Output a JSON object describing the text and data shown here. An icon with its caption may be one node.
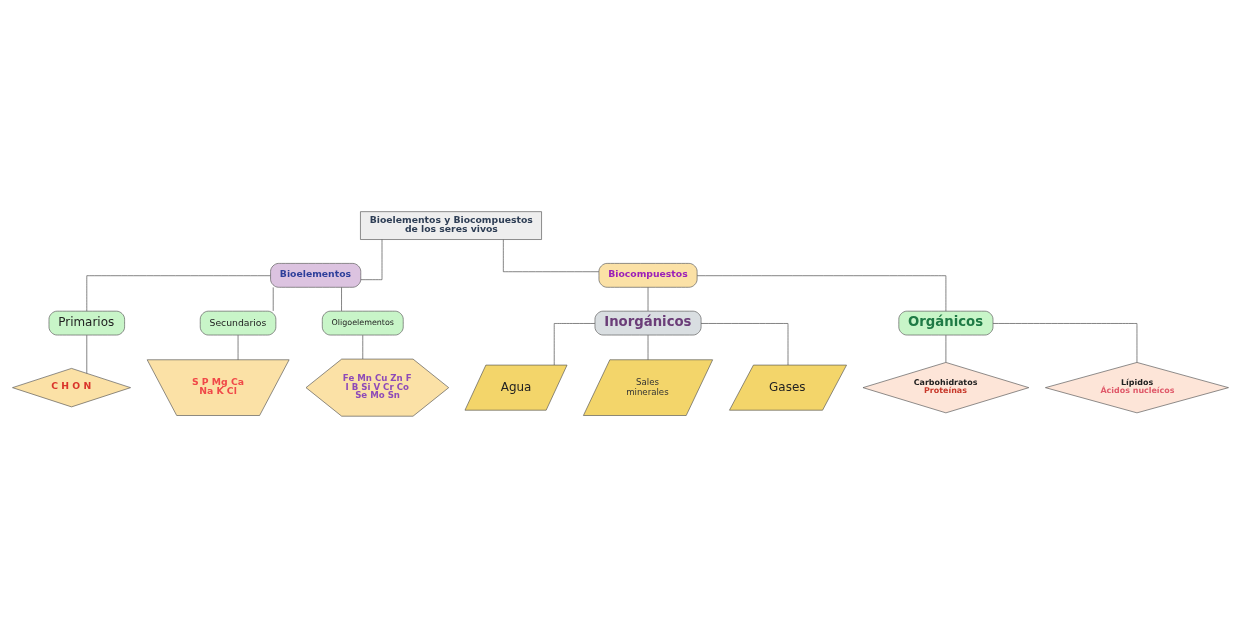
{
  "diagram": {
    "nodes": [
      {
        "text": [
          "Bioelementos y Biocompuestos de los seres vivos"
        ]
      },
      {
        "text": [
          "Bioelementos"
        ]
      },
      {
        "text": [
          "Biocompuestos"
        ]
      },
      {
        "text": [
          "Primarios"
        ]
      },
      {
        "text": [
          "C H O N"
        ]
      },
      {
        "text": [
          "Secundarios"
        ]
      },
      {
        "text": [
          "S P Mg Ca Na K Cl"
        ]
      },
      {
        "text": [
          "Oligoelementos"
        ]
      },
      {
        "text": [
          "Fe Mn Cu Zn F I B Si V Cr Co Se Mo Sn"
        ]
      },
      {
        "text": [
          "Inorgánicos"
        ]
      },
      {
        "text": [
          "Orgánicos"
        ]
      },
      {
        "text": [
          "Agua"
        ]
      },
      {
        "text": [
          "Sales minerales"
        ]
      },
      {
        "text": [
          "Gases"
        ]
      },
      {
        "text": [
          "Carbohidratos",
          "Proteínas"
        ]
      },
      {
        "text": [
          "Lípidos",
          "Ácidos nucleícos"
        ]
      }
    ],
    "edges": [
      {
        "from": 0,
        "to": 1,
        "arrow": "none"
      },
      {
        "from": 0,
        "to": 2,
        "arrow": "none"
      },
      {
        "from": 1,
        "to": 3,
        "arrow": "none"
      },
      {
        "from": 1,
        "to": 5,
        "arrow": "none"
      },
      {
        "from": 1,
        "to": 7,
        "arrow": "none"
      },
      {
        "from": 3,
        "to": 4,
        "arrow": "none"
      },
      {
        "from": 5,
        "to": 6,
        "arrow": "none"
      },
      {
        "from": 7,
        "to": 8,
        "arrow": "none"
      },
      {
        "from": 2,
        "to": 9,
        "arrow": "none"
      },
      {
        "from": 2,
        "to": 10,
        "arrow": "none"
      },
      {
        "from": 9,
        "to": 11,
        "arrow": "none"
      },
      {
        "from": 9,
        "to": 12,
        "arrow": "none"
      },
      {
        "from": 9,
        "to": 13,
        "arrow": "none"
      },
      {
        "from": 10,
        "to": 14,
        "arrow": "none"
      },
      {
        "from": 10,
        "to": 15,
        "arrow": "none"
      }
    ]
  }
}
